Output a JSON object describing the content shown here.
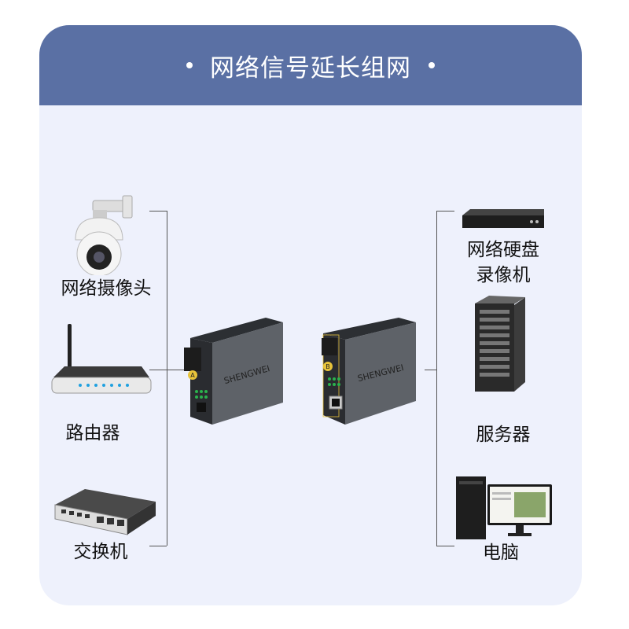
{
  "header": {
    "title": "网络信号延长组网"
  },
  "left_devices": [
    {
      "label": "网络摄像头",
      "icon": "ip-camera-icon"
    },
    {
      "label": "路由器",
      "icon": "router-icon"
    },
    {
      "label": "交换机",
      "icon": "switch-icon"
    }
  ],
  "right_devices": [
    {
      "label_line1": "网络硬盘",
      "label_line2": "录像机",
      "icon": "nvr-icon"
    },
    {
      "label": "服务器",
      "icon": "server-icon"
    },
    {
      "label": "电脑",
      "icon": "computer-icon"
    }
  ],
  "converters": [
    {
      "brand": "SHENGWEI",
      "badge": "A"
    },
    {
      "brand": "SHENGWEI",
      "badge": "B"
    }
  ],
  "colors": {
    "header": "#5a70a4",
    "background": "#eef1fc",
    "badge": "#e8c43a"
  }
}
